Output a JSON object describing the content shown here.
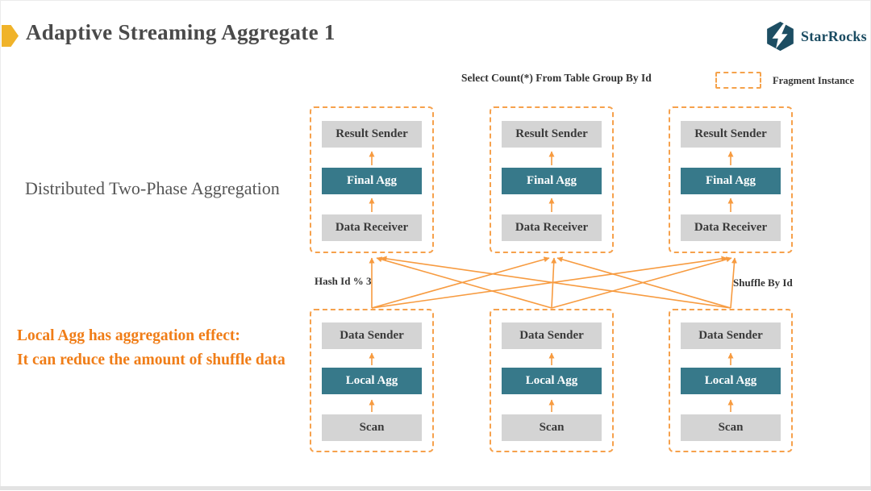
{
  "title": "Adaptive Streaming Aggregate 1",
  "logo": {
    "brand": "StarRocks"
  },
  "query_label": "Select Count(*) From Table Group By Id",
  "legend": {
    "label": "Fragment Instance"
  },
  "left_panel": {
    "phase_label": "Distributed Two-Phase Aggregation",
    "note_line1": "Local Agg has aggregation effect:",
    "note_line2": "It can reduce the amount of shuffle data"
  },
  "edge_labels": {
    "left": "Hash Id % 3",
    "right": "Shuffle By Id"
  },
  "fragments": {
    "top": {
      "boxes": [
        "Result Sender",
        "Final Agg",
        "Data Receiver"
      ]
    },
    "bottom": {
      "boxes": [
        "Data Sender",
        "Local Agg",
        "Scan"
      ]
    }
  },
  "colors": {
    "accent_orange": "#F79B40",
    "orange_note_text": "#F07D17",
    "teal_box": "#37798A",
    "gray_box": "#D4D4D4",
    "title_gray": "#4A4A4A",
    "brand_teal": "#1A4B61",
    "bullet_yellow": "#F0B32A"
  }
}
